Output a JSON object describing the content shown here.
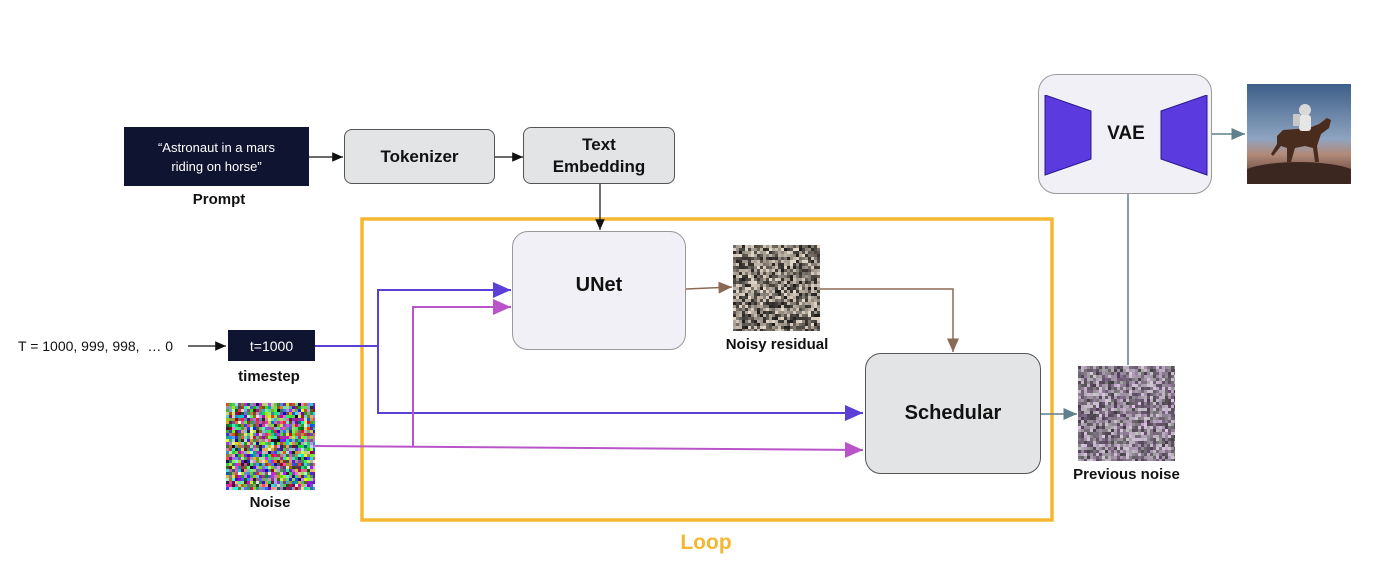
{
  "prompt": {
    "text_line1": "“Astronaut in a mars",
    "text_line2": "riding on horse”",
    "label": "Prompt"
  },
  "tokenizer": {
    "label": "Tokenizer"
  },
  "text_embedding": {
    "label_line1": "Text",
    "label_line2": "Embedding"
  },
  "unet": {
    "label": "UNet"
  },
  "noisy_residual": {
    "label": "Noisy residual"
  },
  "schedular": {
    "label": "Schedular"
  },
  "previous_noise": {
    "label": "Previous noise"
  },
  "vae": {
    "label": "VAE"
  },
  "timestep": {
    "sequence": "T = 1000, 999, 998,  … 0",
    "value": "t=1000",
    "label": "timestep"
  },
  "noise": {
    "label": "Noise"
  },
  "loop": {
    "label": "Loop"
  },
  "colors": {
    "loop_border": "#f5b731",
    "timestep_arrow": "#5b3fd6",
    "noise_arrow": "#b955c9",
    "residual_arrow": "#8b6a55",
    "output_arrow": "#5f7f8c",
    "vae_encoder": "#5b3be0",
    "dark_box": "#0f1430"
  }
}
